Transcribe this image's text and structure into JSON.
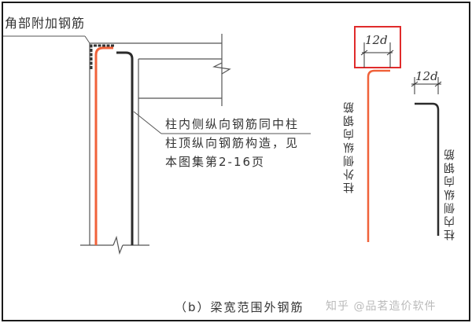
{
  "diagram": {
    "labels": {
      "corner_additional_bar": "角部附加钢筋",
      "note_line1": "柱内侧纵向钢筋同中柱",
      "note_line2": "柱顶纵向钢筋构造，见",
      "note_line3": "本图集第2-16页",
      "outer_bar": "柱外侧纵向钢筋",
      "inner_bar": "柱内侧纵向钢筋",
      "dim_outer": "12d",
      "dim_inner": "12d"
    },
    "caption": "（b）梁宽范围外钢筋",
    "watermark": "知乎 @品茗造价软件",
    "colors": {
      "outer_bar": "#f0623a",
      "inner_bar": "#2b2b2b",
      "highlight_box": "#e02b2b",
      "lines": "#555555"
    }
  }
}
